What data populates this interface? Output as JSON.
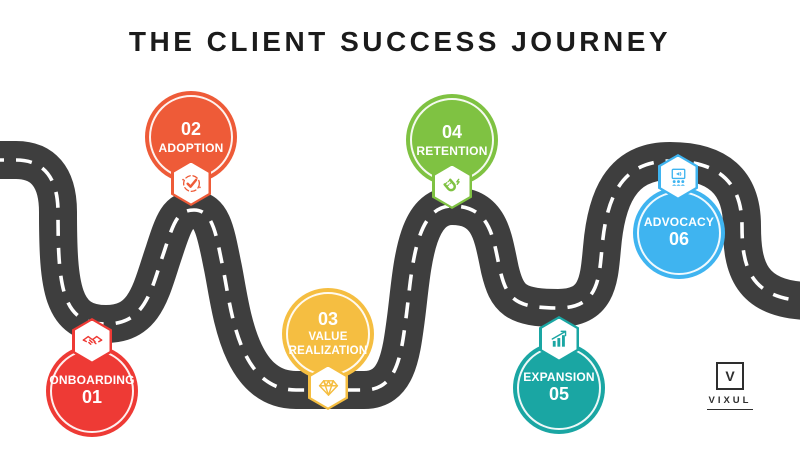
{
  "title": "THE CLIENT SUCCESS JOURNEY",
  "road": {
    "color": "#3e3e3e",
    "line_color": "#ffffff"
  },
  "milestones": [
    {
      "number": "01",
      "label": "ONBOARDING",
      "color": "#ee3a35",
      "icon": "handshake-icon"
    },
    {
      "number": "02",
      "label": "ADOPTION",
      "color": "#ee5b38",
      "icon": "check-circle-icon"
    },
    {
      "number": "03",
      "label": "VALUE REALIZATION",
      "label_line1": "VALUE",
      "label_line2": "REALIZATION",
      "color": "#f5be41",
      "icon": "diamond-icon"
    },
    {
      "number": "04",
      "label": "RETENTION",
      "color": "#7fc242",
      "icon": "magnet-icon"
    },
    {
      "number": "05",
      "label": "EXPANSION",
      "color": "#1aa6a3",
      "icon": "growth-chart-icon"
    },
    {
      "number": "06",
      "label": "ADVOCACY",
      "color": "#3fb4f0",
      "icon": "referral-icon"
    }
  ],
  "logo": {
    "letter": "V",
    "text": "VIXUL"
  }
}
